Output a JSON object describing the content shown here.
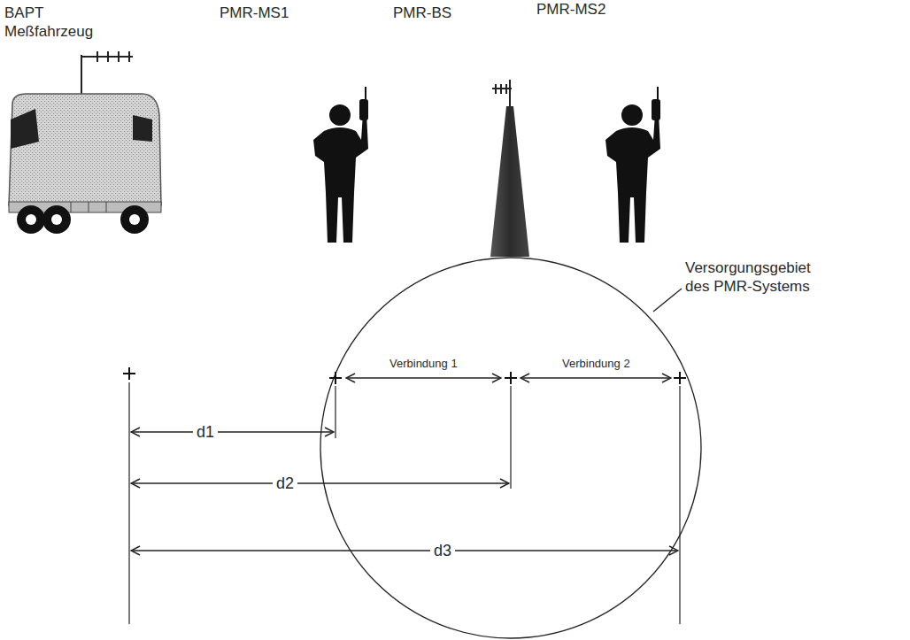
{
  "diagram": {
    "labels": [
      "BAPT Meßfahrzeug",
      "PMR-MS1",
      "PMR-BS",
      "PMR-MS2",
      "Versorgungsgebiet des PMR-Systems",
      "Verbindung 1",
      "Verbindung 2",
      "d1",
      "d2",
      "d3"
    ]
  }
}
